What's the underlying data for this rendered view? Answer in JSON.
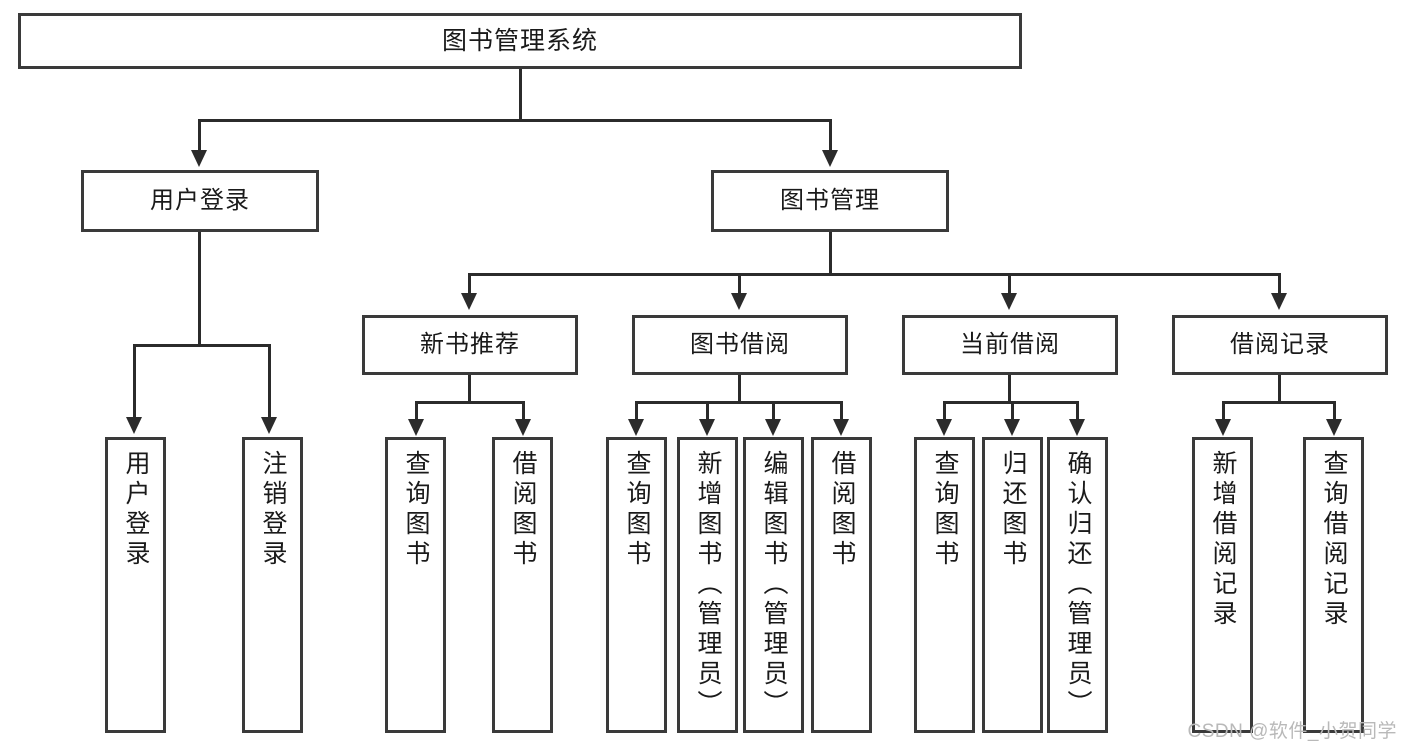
{
  "diagram": {
    "type": "tree-hierarchy",
    "title": "图书管理系统",
    "root": {
      "label": "图书管理系统"
    },
    "level1": [
      {
        "label": "用户登录"
      },
      {
        "label": "图书管理"
      }
    ],
    "level2": [
      {
        "label": "新书推荐"
      },
      {
        "label": "图书借阅"
      },
      {
        "label": "当前借阅"
      },
      {
        "label": "借阅记录"
      }
    ],
    "leaves": [
      {
        "label": "用户登录",
        "parent": "用户登录"
      },
      {
        "label": "注销登录",
        "parent": "用户登录"
      },
      {
        "label": "查询图书",
        "parent": "新书推荐"
      },
      {
        "label": "借阅图书",
        "parent": "新书推荐"
      },
      {
        "label": "查询图书",
        "parent": "图书借阅"
      },
      {
        "label": "新增图书（管理员）",
        "parent": "图书借阅"
      },
      {
        "label": "编辑图书（管理员）",
        "parent": "图书借阅"
      },
      {
        "label": "借阅图书",
        "parent": "图书借阅"
      },
      {
        "label": "查询图书",
        "parent": "当前借阅"
      },
      {
        "label": "归还图书",
        "parent": "当前借阅"
      },
      {
        "label": "确认归还（管理员）",
        "parent": "当前借阅"
      },
      {
        "label": "新增借阅记录",
        "parent": "借阅记录"
      },
      {
        "label": "查询借阅记录",
        "parent": "借阅记录"
      }
    ]
  },
  "watermark": {
    "text": "CSDN @软件_小贺同学"
  },
  "colors": {
    "box_border": "#3a3a3a",
    "line": "#2b2b2b",
    "background": "#ffffff",
    "text": "#1a1a1a",
    "watermark": "#b9b9b9"
  }
}
